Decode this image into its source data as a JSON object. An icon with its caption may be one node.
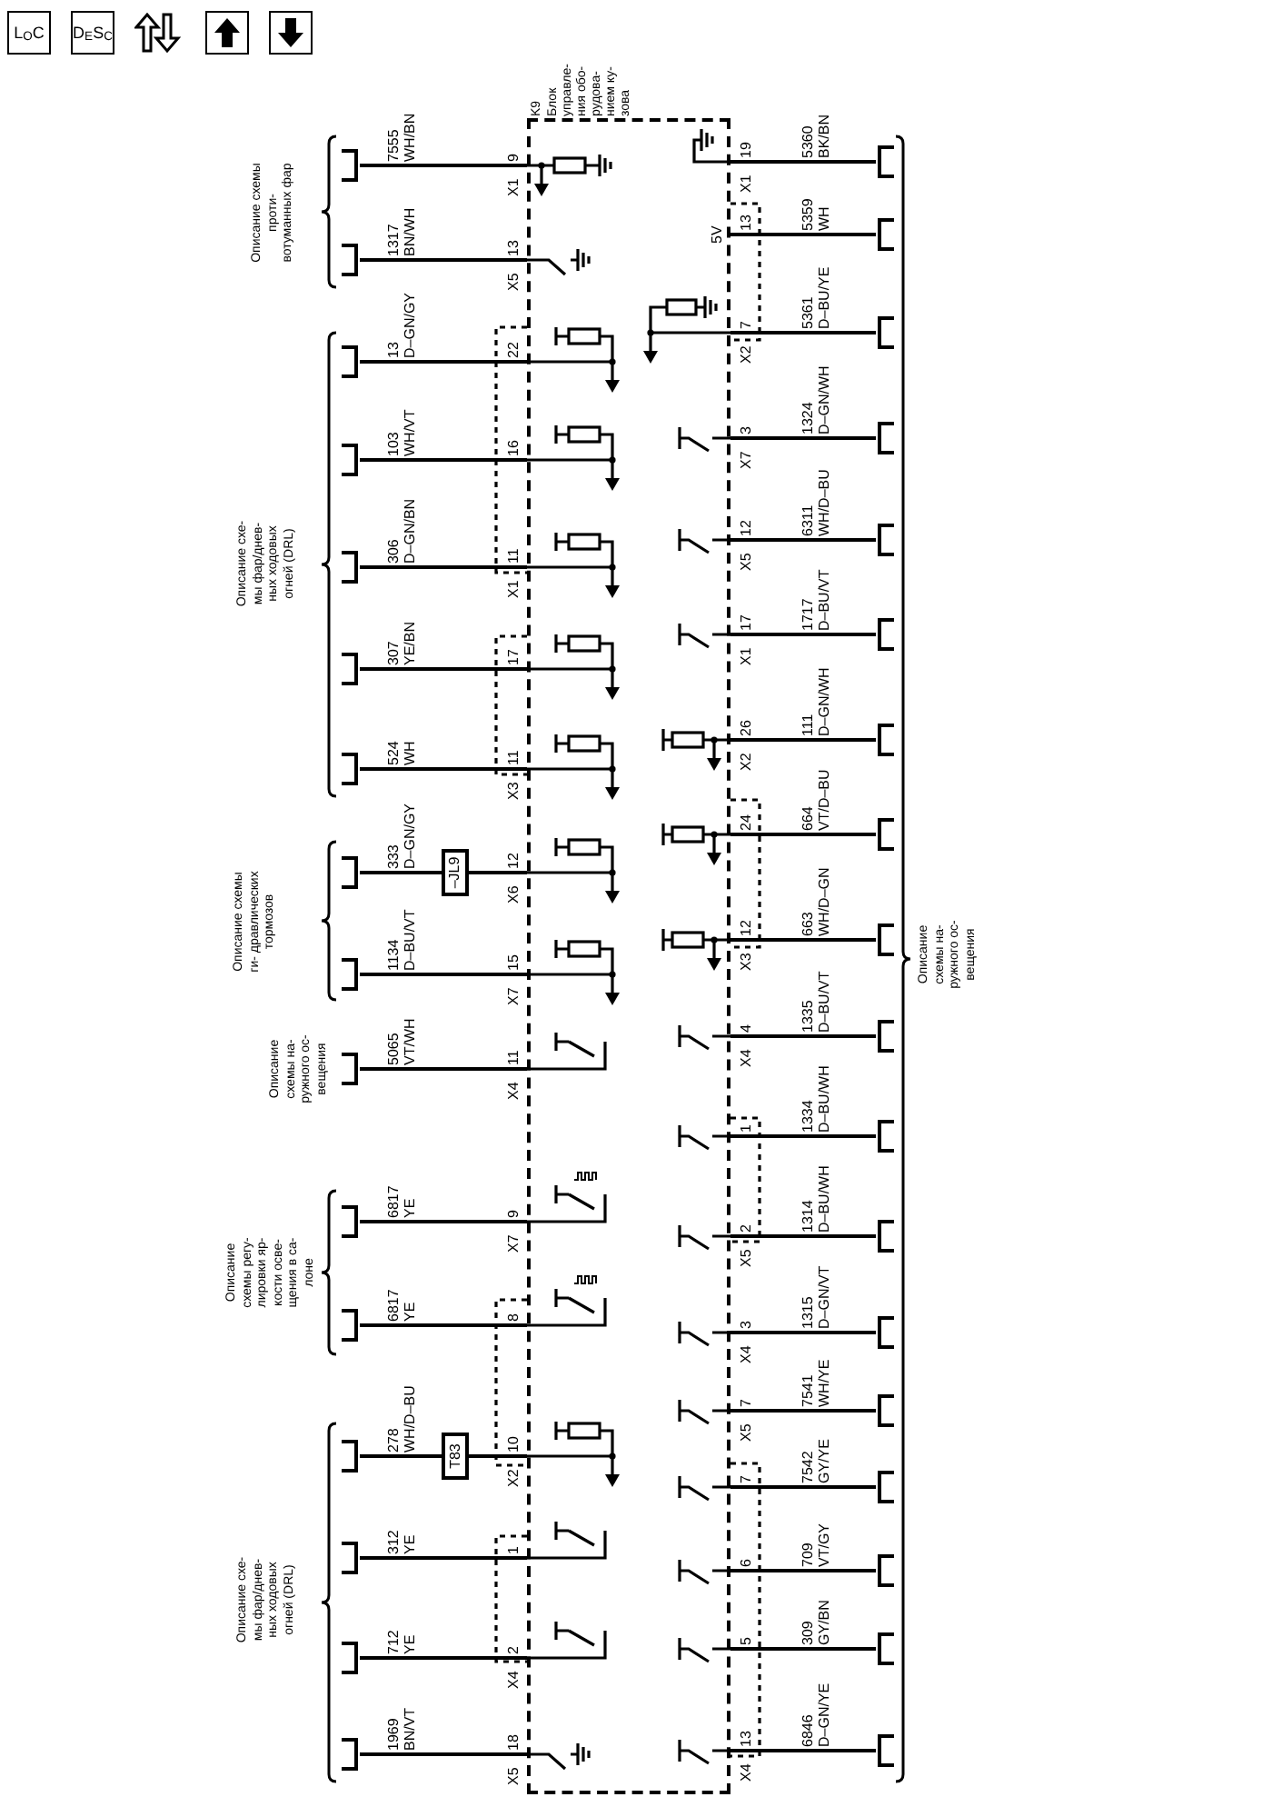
{
  "diagram": {
    "nodes": [
      {
        "text": [
          "K9",
          "Блок управле- ния обо- рудова- нием ку- зова"
        ]
      },
      {
        "text": [],
        "shape": "bracket"
      },
      {
        "text": [],
        "shape": "bracket"
      },
      {
        "text": [],
        "shape": "bracket"
      },
      {
        "text": [],
        "shape": "bracket"
      },
      {
        "text": [],
        "shape": "bracket"
      },
      {
        "text": [],
        "shape": "bracket"
      },
      {
        "text": [],
        "shape": "bracket"
      },
      {
        "text": [],
        "shape": "bracket"
      },
      {
        "text": [
          "–JL9"
        ]
      },
      {
        "text": [],
        "shape": "bracket"
      },
      {
        "text": [],
        "shape": "bracket"
      },
      {
        "text": [],
        "shape": "bracket"
      },
      {
        "text": [],
        "shape": "bracket"
      },
      {
        "text": [],
        "shape": "bracket"
      },
      {
        "text": [
          "T83"
        ]
      },
      {
        "text": [],
        "shape": "bracket"
      },
      {
        "text": [],
        "shape": "bracket"
      },
      {
        "text": [],
        "shape": "bracket"
      },
      {
        "text": [],
        "shape": "bracket"
      },
      {
        "text": [],
        "shape": "bracket"
      },
      {
        "text": [],
        "shape": "bracket"
      },
      {
        "text": [],
        "shape": "bracket"
      },
      {
        "text": [],
        "shape": "bracket"
      },
      {
        "text": [],
        "shape": "bracket"
      },
      {
        "text": [],
        "shape": "bracket"
      },
      {
        "text": [],
        "shape": "bracket"
      },
      {
        "text": [],
        "shape": "bracket"
      },
      {
        "text": [],
        "shape": "bracket"
      },
      {
        "text": [],
        "shape": "bracket"
      },
      {
        "text": [],
        "shape": "bracket"
      },
      {
        "text": [],
        "shape": "bracket"
      },
      {
        "text": [],
        "shape": "bracket"
      },
      {
        "text": [],
        "shape": "bracket"
      },
      {
        "text": [],
        "shape": "bracket"
      },
      {
        "text": [],
        "shape": "bracket"
      },
      {
        "text": [],
        "shape": "bracket"
      }
    ],
    "edges": [
      {
        "from": 1,
        "to": 0,
        "arrow": "none",
        "label": "7555 WH/BN"
      },
      {
        "from": 2,
        "to": 0,
        "arrow": "none",
        "label": "1317 BN/WH"
      },
      {
        "from": 3,
        "to": 0,
        "arrow": "none",
        "label": "13 D–GN/GY"
      },
      {
        "from": 4,
        "to": 0,
        "arrow": "none",
        "label": "103 WH/VT"
      },
      {
        "from": 5,
        "to": 0,
        "arrow": "none",
        "label": "306 D–GN/BN"
      },
      {
        "from": 6,
        "to": 0,
        "arrow": "none",
        "label": "307 YE/BN"
      },
      {
        "from": 7,
        "to": 0,
        "arrow": "none",
        "label": "524 WH"
      },
      {
        "from": 8,
        "to": 9,
        "arrow": "none",
        "label": "333 D–GN/GY"
      },
      {
        "from": 9,
        "to": 0,
        "arrow": "none"
      },
      {
        "from": 10,
        "to": 0,
        "arrow": "none",
        "label": "1134 D–BU/VT"
      },
      {
        "from": 11,
        "to": 0,
        "arrow": "none",
        "label": "5065 VT/WH"
      },
      {
        "from": 12,
        "to": 0,
        "arrow": "none",
        "label": "6817 YE"
      },
      {
        "from": 13,
        "to": 0,
        "arrow": "none",
        "label": "6817 YE"
      },
      {
        "from": 14,
        "to": 15,
        "arrow": "none",
        "label": "278 WH/D–BU"
      },
      {
        "from": 15,
        "to": 0,
        "arrow": "none"
      },
      {
        "from": 16,
        "to": 0,
        "arrow": "none",
        "label": "312 YE"
      },
      {
        "from": 17,
        "to": 0,
        "arrow": "none",
        "label": "712 YE"
      },
      {
        "from": 18,
        "to": 0,
        "arrow": "none",
        "label": "1969 BN/VT"
      },
      {
        "from": 19,
        "to": 0,
        "arrow": "none",
        "label": "5360 BK/BN"
      },
      {
        "from": 20,
        "to": 0,
        "arrow": "none",
        "label": "5359 WH"
      },
      {
        "from": 21,
        "to": 0,
        "arrow": "none",
        "label": "5361 D–BU/YE"
      },
      {
        "from": 22,
        "to": 0,
        "arrow": "none",
        "label": "1324 D–GN/WH"
      },
      {
        "from": 23,
        "to": 0,
        "arrow": "none",
        "label": "6311 WH/D–BU"
      },
      {
        "from": 24,
        "to": 0,
        "arrow": "none",
        "label": "1717 D–BU/VT"
      },
      {
        "from": 25,
        "to": 0,
        "arrow": "none",
        "label": "111 D–GN/WH"
      },
      {
        "from": 26,
        "to": 0,
        "arrow": "none",
        "label": "664 VT/D–BU"
      },
      {
        "from": 27,
        "to": 0,
        "arrow": "none",
        "label": "663 WH/D–GN"
      },
      {
        "from": 28,
        "to": 0,
        "arrow": "none",
        "label": "1335 D–BU/VT"
      },
      {
        "from": 29,
        "to": 0,
        "arrow": "none",
        "label": "1334 D–BU/WH"
      },
      {
        "from": 30,
        "to": 0,
        "arrow": "none",
        "label": "1314 D–BU/WH"
      },
      {
        "from": 31,
        "to": 0,
        "arrow": "none",
        "label": "1315 D–GN/VT"
      },
      {
        "from": 32,
        "to": 0,
        "arrow": "none",
        "label": "7541 WH/YE"
      },
      {
        "from": 33,
        "to": 0,
        "arrow": "none",
        "label": "7542 GY/YE"
      },
      {
        "from": 34,
        "to": 0,
        "arrow": "none",
        "label": "709 VT/GY"
      },
      {
        "from": 35,
        "to": 0,
        "arrow": "none",
        "label": "309 GY/BN"
      },
      {
        "from": 36,
        "to": 0,
        "arrow": "none",
        "label": "6846 D–GN/YE"
      }
    ],
    "labels": [
      "L$_{O}$C",
      "D$_{E}$S$_{C}$",
      "Описание схемы проти- вотуманных фар",
      "Описание схе- мы фар/днев- ных ходовых огней (DRL)",
      "Описание схемы ги- дравлических тормозов",
      "Описание схемы на- ружного ос- вещения",
      "Описание схемы регу- лировки яр- кости осве- щения в са- лоне",
      "Описание схе- мы фар/днев- ных ходовых огней (DRL)",
      "9",
      "X1",
      "13",
      "X5",
      "22",
      "16",
      "11",
      "X1",
      "17",
      "11",
      "X3",
      "12",
      "X6",
      "15",
      "X7",
      "11",
      "X4",
      "9",
      "X7",
      "8",
      "10",
      "X2",
      "1",
      "2",
      "X4",
      "18",
      "X5",
      "19",
      "X1",
      "13",
      "5V",
      "7",
      "X2",
      "3",
      "X7",
      "12",
      "X5",
      "17",
      "X1",
      "26",
      "X2",
      "24",
      "12",
      "X3",
      "4",
      "X4",
      "1",
      "2",
      "X5",
      "3",
      "X4",
      "7",
      "X5",
      "7",
      "6",
      "5",
      "13",
      "X4",
      "Описание схемы на- ружного ос- вещения"
    ]
  }
}
